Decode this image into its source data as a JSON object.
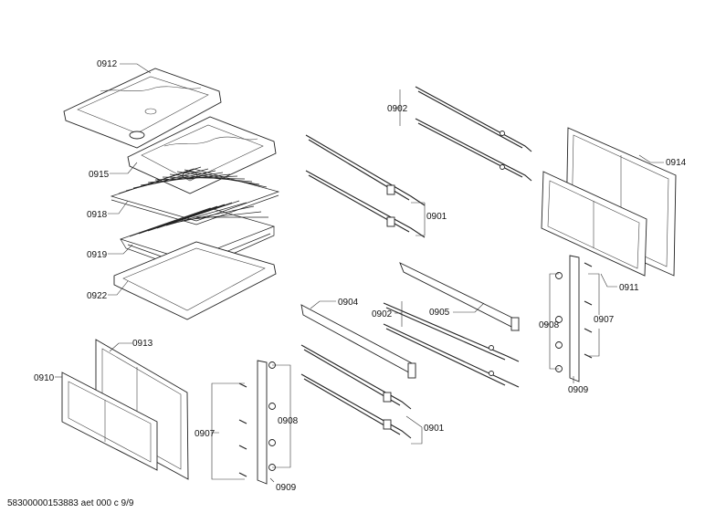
{
  "diagram": {
    "footer": "58300000153883 aet 000 c 9/9",
    "part_labels": {
      "p0912": "0912",
      "p0915": "0915",
      "p0918": "0918",
      "p0919": "0919",
      "p0922": "0922",
      "p0902_top": "0902",
      "p0901_top": "0901",
      "p0914": "0914",
      "p0911": "0911",
      "p0905": "0905",
      "p0904": "0904",
      "p0902_mid": "0902",
      "p0908_right": "0908",
      "p0907_right": "0907",
      "p0909_right": "0909",
      "p0913": "0913",
      "p0910": "0910",
      "p0907_left": "0907",
      "p0908_left": "0908",
      "p0909_left": "0909",
      "p0901_bottom": "0901"
    }
  }
}
